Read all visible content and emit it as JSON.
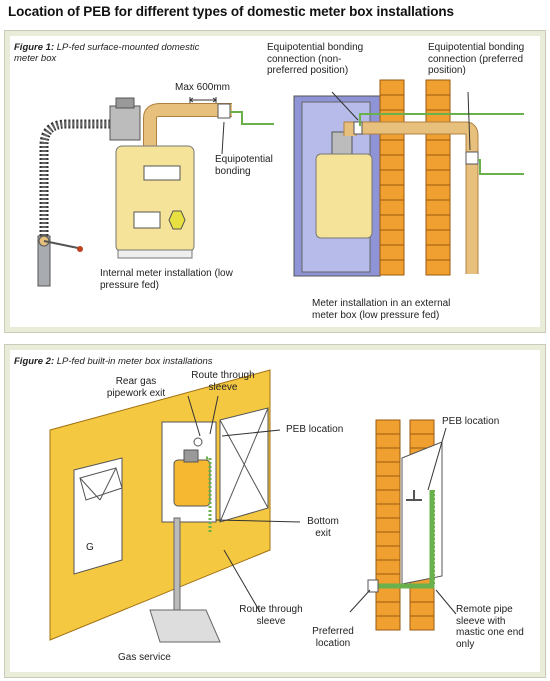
{
  "page_title": "Location of PEB for different types of domestic meter box installations",
  "figure1": {
    "caption_label": "Figure 1:",
    "caption_text": "LP-fed surface-mounted domestic meter box",
    "max_label": "Max 600mm",
    "equip_bonding": "Equipotential bonding",
    "internal_caption": "Internal meter installation (low pressure fed)",
    "non_preferred": "Equipotential bonding connection (non-preferred position)",
    "preferred": "Equipotential bonding connection (preferred position)",
    "external_caption": "Meter installation in an external meter box (low pressure fed)"
  },
  "figure2": {
    "caption_label": "Figure 2:",
    "caption_text": "LP-fed built-in meter box installations",
    "rear_gas": "Rear gas pipework exit",
    "route_sleeve_top": "Route through sleeve",
    "peb_location_left": "PEB location",
    "bottom_exit": "Bottom exit",
    "route_sleeve_bottom": "Route through sleeve",
    "gas_service": "Gas service",
    "peb_location_right": "PEB location",
    "preferred_location": "Preferred location",
    "remote_sleeve": "Remote pipe sleeve with mastic one end only",
    "cabinet_letter": "G"
  },
  "colors": {
    "panel_bg": "#e8ecd9",
    "meter_yellow": "#f5e39a",
    "pipe_tan": "#e8c07e",
    "wall_yellow": "#f5c842",
    "brick": "#f0a030",
    "bonding_green": "#6ab04c",
    "box_blue": "#8e94d6"
  }
}
